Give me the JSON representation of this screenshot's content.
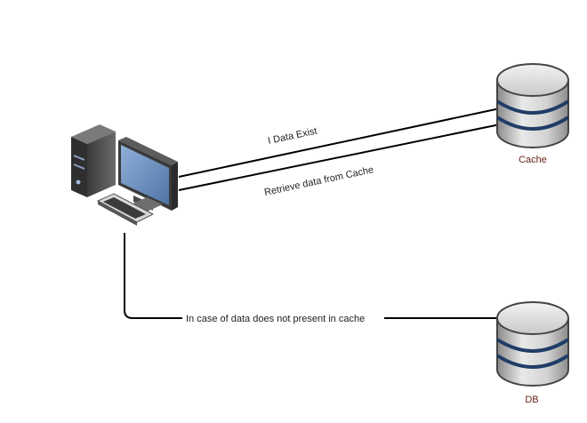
{
  "diagram": {
    "nodes": {
      "client": {
        "label": "",
        "icon": "desktop-computer-icon"
      },
      "cache": {
        "label": "Cache",
        "icon": "database-cylinder-icon"
      },
      "db": {
        "label": "DB",
        "icon": "database-cylinder-icon"
      }
    },
    "edges": {
      "data_exist": {
        "label": "I Data Exist"
      },
      "retrieve": {
        "label": "Retrieve data from Cache"
      },
      "fallback": {
        "label": "In case of data does not present in cache"
      }
    },
    "colors": {
      "node_label": "#6b1f13",
      "edge_line": "#000000",
      "cylinder_band": "#1f3d66",
      "cylinder_fill": "#e4e4e4",
      "monitor_screen": "#6b8fbf"
    }
  }
}
